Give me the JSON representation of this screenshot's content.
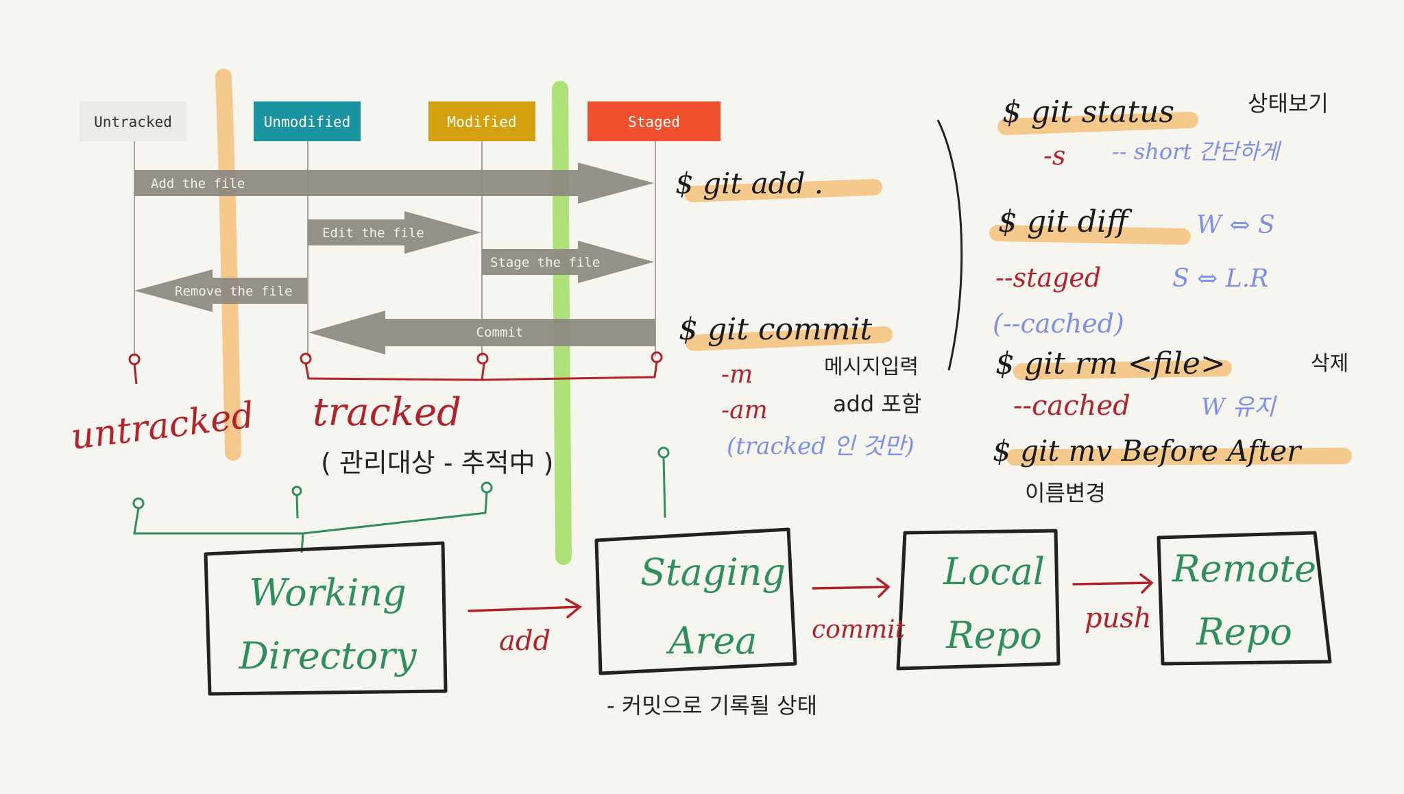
{
  "states": {
    "untracked": "Untracked",
    "unmodified": "Unmodified",
    "modified": "Modified",
    "staged": "Staged"
  },
  "arrows": {
    "add_file": "Add the file",
    "edit_file": "Edit the file",
    "stage_file": "Stage the file",
    "remove_file": "Remove the file",
    "commit": "Commit"
  },
  "annotations": {
    "untracked": "untracked",
    "tracked": "tracked",
    "tracked_note": "( 관리대상 - 추적中 )"
  },
  "areas": {
    "working_l1": "Working",
    "working_l2": "Directory",
    "staging_l1": "Staging",
    "staging_l2": "Area",
    "local_l1": "Local",
    "local_l2": "Repo",
    "remote_l1": "Remote",
    "remote_l2": "Repo",
    "add": "add",
    "commit": "commit",
    "push": "push",
    "staging_note": "- 커밋으로 기록될 상태"
  },
  "commands_left": {
    "add": "$ git add .",
    "commit": "$ git commit",
    "m_flag": "-m",
    "m_desc": "메시지입력",
    "am_flag": "-am",
    "am_desc": "add 포함",
    "am_note": "(tracked 인 것만)"
  },
  "commands_right": {
    "status": "$ git status",
    "status_desc": "상태보기",
    "s_flag": "-s",
    "s_desc": "-- short  간단하게",
    "diff": "$ git diff",
    "diff_desc": "W ⇔ S",
    "staged": "--staged",
    "staged_desc": "S ⇔ L.R",
    "cached": "(--cached)",
    "rm": "$ git rm <file>",
    "rm_desc": "삭제",
    "rm_cached": "--cached",
    "rm_cached_desc": "W 유지",
    "mv": "$ git mv Before After",
    "mv_desc": "이름변경"
  },
  "colors": {
    "untracked_box": "#ecebe6",
    "unmodified_box": "#1a93a0",
    "modified_box": "#d4a10e",
    "staged_box": "#f0502e",
    "arrow_gray": "#8f8a82",
    "red_ink": "#b3222b",
    "green_ink": "#2f8f5c",
    "blue_ink": "#7d8fe8",
    "orange_hl": "#f5c47f",
    "green_hl": "#a6e06a"
  }
}
